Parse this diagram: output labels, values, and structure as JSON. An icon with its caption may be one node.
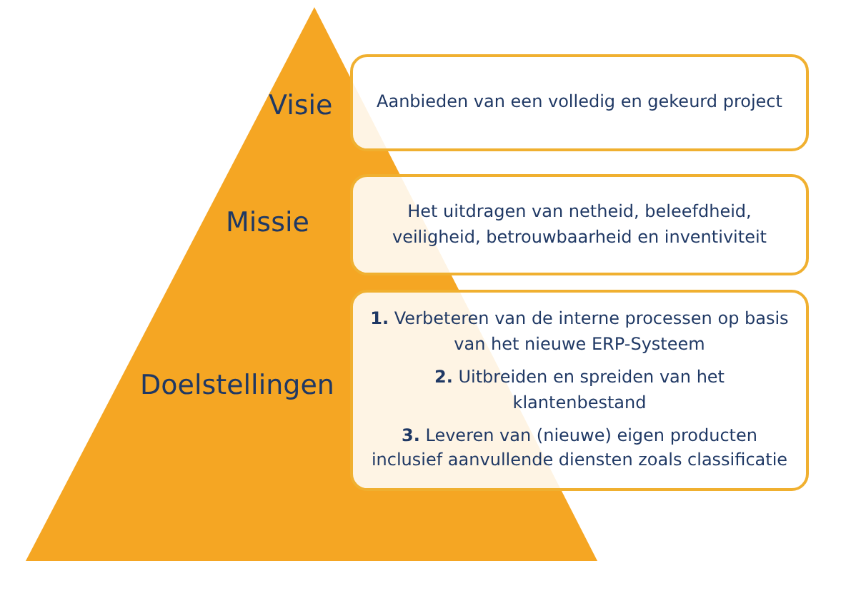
{
  "diagram": {
    "nodes": [
      {
        "text": [
          "Visie",
          "Missie",
          "Doelstellingen"
        ]
      },
      {
        "text": [
          "Aanbieden van een volledig en gekeurd project"
        ]
      },
      {
        "text": [
          "Het uitdragen van netheid, beleefdheid, veiligheid, betrouwbaarheid en inventiviteit"
        ]
      },
      {
        "text": [
          "**1.** Verbeteren van de interne processen op basis van het nieuwe ERP-Systeem",
          "**2.** Uitbreiden en spreiden van het klantenbestand",
          "**3.** Leveren van (nieuwe) eigen producten inclusief aanvullende diensten zoals classificatie"
        ]
      }
    ]
  }
}
